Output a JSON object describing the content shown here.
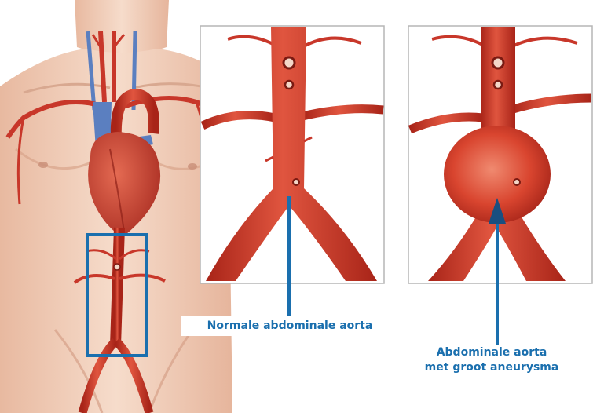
{
  "labels": {
    "normal": "Normale abdominale aorta",
    "aneurysm_line1": "Abdominale aorta",
    "aneurysm_line2": "met groot aneurysma"
  },
  "colors": {
    "label_blue": "#1a6fae",
    "artery_red": "#c8372a",
    "vein_blue": "#5b7fc0",
    "skin": "#f2d2bf"
  }
}
